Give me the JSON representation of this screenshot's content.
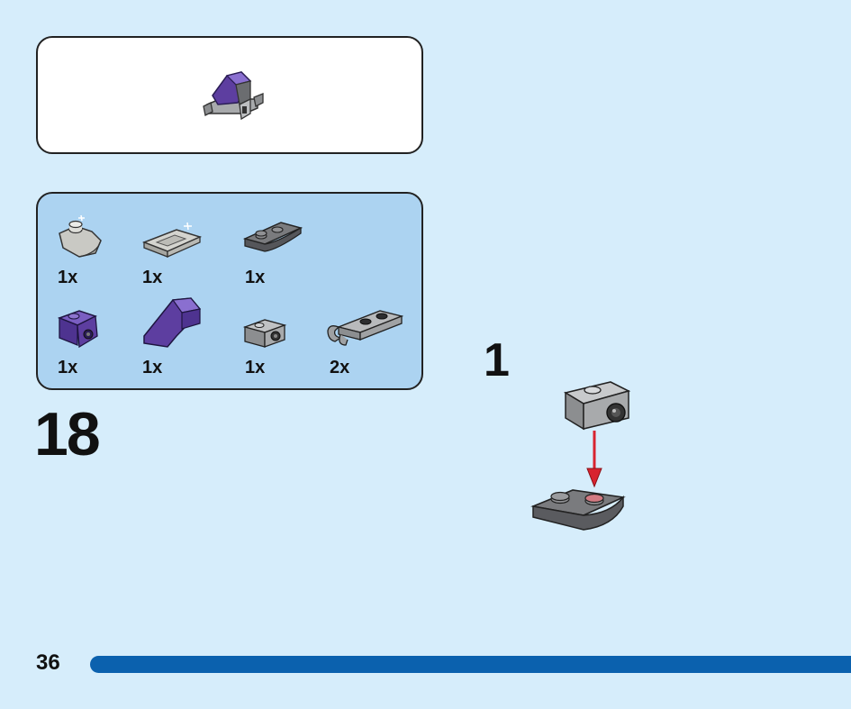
{
  "page": {
    "number": "36",
    "accent_color": "#0b61ae",
    "background_color": "#d6edfb"
  },
  "step": {
    "number": "18",
    "substep": "1"
  },
  "parts": [
    {
      "name": "light-bluish-gray-round-tile-slope",
      "qty": "1x",
      "color": "#c9c9c4"
    },
    {
      "name": "light-bluish-gray-tile-grille",
      "qty": "1x",
      "color": "#c9c9c4"
    },
    {
      "name": "dark-gray-curved-slope-plate",
      "qty": "1x",
      "color": "#6e6f72"
    },
    {
      "name": "purple-bracket-brick",
      "qty": "1x",
      "color": "#5d3ea0"
    },
    {
      "name": "purple-curved-slope",
      "qty": "1x",
      "color": "#5d3ea0"
    },
    {
      "name": "gray-bracket-plate",
      "qty": "1x",
      "color": "#9fa1a3"
    },
    {
      "name": "gray-clip-plate",
      "qty": "2x",
      "color": "#9fa1a3"
    }
  ],
  "arrow_color": "#d8232f"
}
